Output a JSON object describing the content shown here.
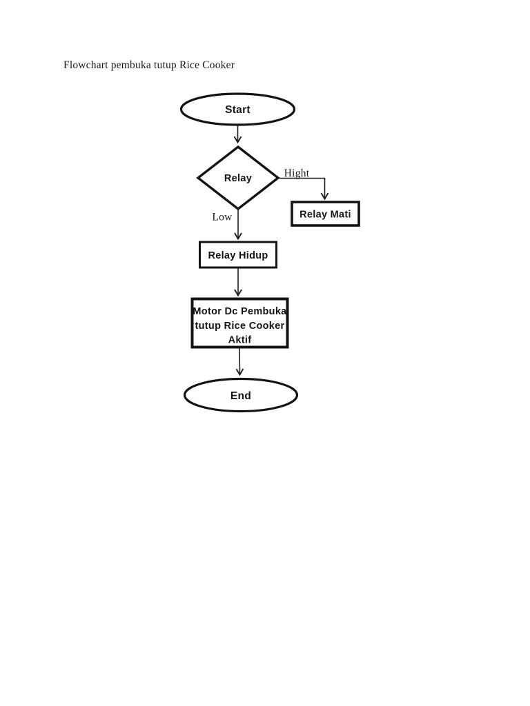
{
  "page": {
    "title": "Flowchart pembuka tutup Rice Cooker"
  },
  "colors": {
    "ink": "#131313",
    "background": "#ffffff"
  },
  "flowchart": {
    "nodes": {
      "start": {
        "type": "terminator",
        "label": "Start"
      },
      "relay": {
        "type": "decision",
        "label": "Relay"
      },
      "relay_mati": {
        "type": "process",
        "label": "Relay Mati"
      },
      "relay_hidup": {
        "type": "process",
        "label": "Relay Hidup"
      },
      "motor": {
        "type": "process",
        "lines": [
          "Motor Dc Pembuka",
          "tutup Rice Cooker",
          "Aktif"
        ]
      },
      "end": {
        "type": "terminator",
        "label": "End"
      }
    },
    "edges": [
      {
        "from": "start",
        "to": "relay",
        "label": ""
      },
      {
        "from": "relay",
        "to": "relay_mati",
        "label": "Hight"
      },
      {
        "from": "relay",
        "to": "relay_hidup",
        "label": "Low"
      },
      {
        "from": "relay_hidup",
        "to": "motor",
        "label": ""
      },
      {
        "from": "motor",
        "to": "end",
        "label": ""
      }
    ]
  }
}
